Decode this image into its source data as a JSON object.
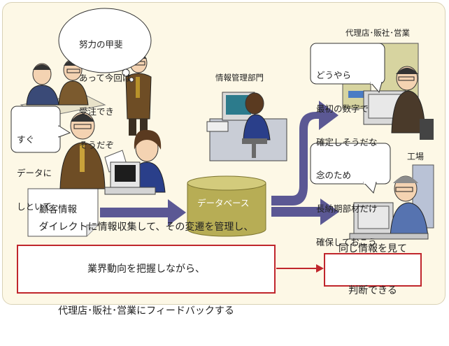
{
  "bubbles": {
    "effort": [
      "努力の甲斐",
      "あって今回は",
      "受注でき",
      "そうだぞ"
    ],
    "data_request": [
      "すぐ",
      "データに",
      "しといて"
    ],
    "agency": [
      "どうやら",
      "最初の数字で",
      "確定しそうだな"
    ],
    "factory": [
      "念のため",
      "長納期部材だけ",
      "確保しておこう"
    ]
  },
  "labels": {
    "info_dept": "情報管理部門",
    "agency_dept": "代理店･販社･営業",
    "factory": "工場",
    "customer_info": "顧客情報",
    "database": "データベース"
  },
  "captions": {
    "main": [
      "ダイレクトに情報収集して、その変遷を管理し、",
      "業界動向を把握しながら、",
      "代理店･販社･営業にフィードバックする"
    ],
    "judge": [
      "同じ情報を見て",
      "判断できる"
    ]
  },
  "colors": {
    "arrow": "#5b5894",
    "database": "#b7ad55",
    "caption_border": "#c0262c"
  }
}
